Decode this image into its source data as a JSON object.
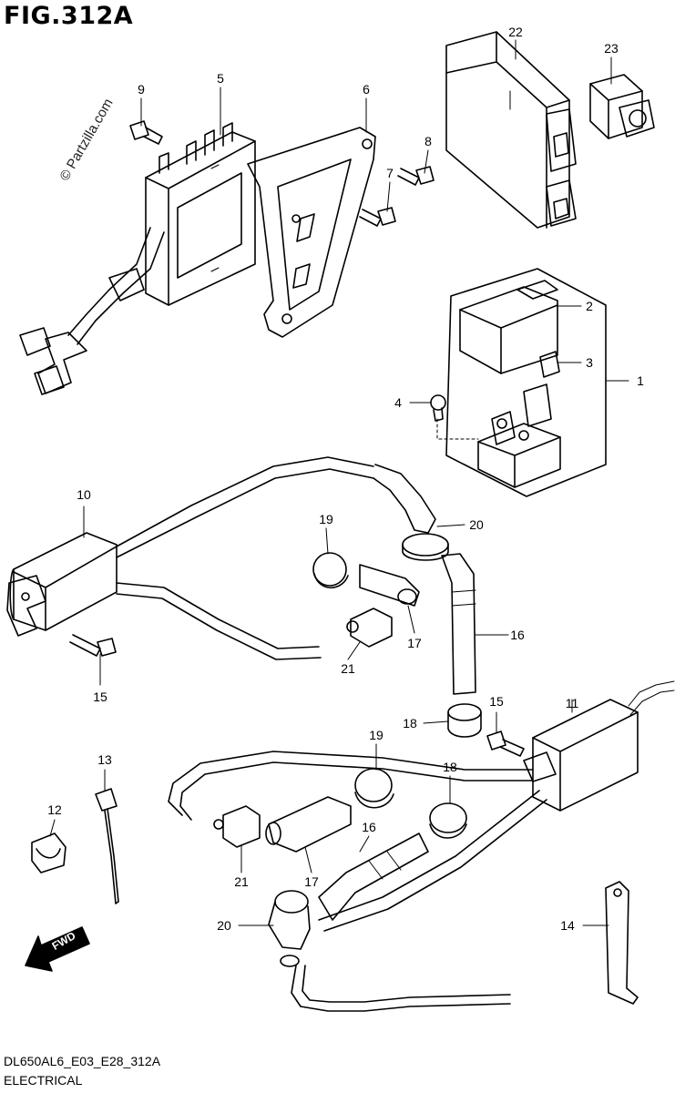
{
  "title": "FIG.312A",
  "watermark": "© Partzilla.com",
  "footer": {
    "code": "DL650AL6_E03_E28_312A",
    "section": "ELECTRICAL"
  },
  "fwd_label": "FWD",
  "callouts": {
    "c1": "1",
    "c2": "2",
    "c3": "3",
    "c4": "4",
    "c5": "5",
    "c6": "6",
    "c7": "7",
    "c8": "8",
    "c9": "9",
    "c10": "10",
    "c11": "11",
    "c12": "12",
    "c13": "13",
    "c14": "14",
    "c15a": "15",
    "c15b": "15",
    "c16a": "16",
    "c16b": "16",
    "c17a": "17",
    "c17b": "17",
    "c18a": "18",
    "c18b": "18",
    "c19a": "19",
    "c19b": "19",
    "c20a": "20",
    "c20b": "20",
    "c21a": "21",
    "c21b": "21",
    "c22": "22",
    "c23": "23"
  }
}
